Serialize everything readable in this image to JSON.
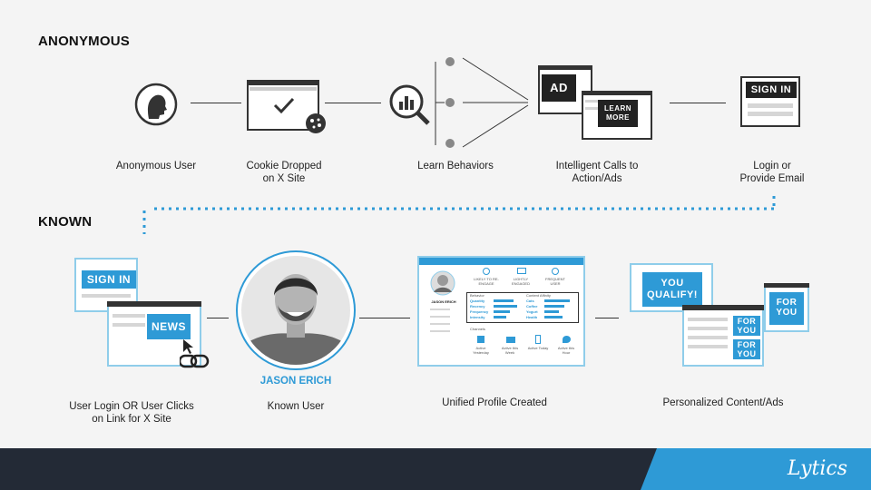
{
  "sections": {
    "anonymous": "ANONYMOUS",
    "known": "KNOWN"
  },
  "steps": {
    "anonymous_user": "Anonymous User",
    "cookie_dropped": "Cookie Dropped\non X Site",
    "learn_behaviors": "Learn Behaviors",
    "intelligent_calls": "Intelligent Calls to\nAction/Ads",
    "login_or_email": "Login or\nProvide Email",
    "user_login": "User Login OR User Clicks\non Link for X Site",
    "known_user": "Known User",
    "unified_profile": "Unified Profile Created",
    "personalized": "Personalized Content/Ads"
  },
  "tags": {
    "ad": "AD",
    "learn_more": "LEARN\nMORE",
    "sign_in_dark": "SIGN IN",
    "sign_in_blue": "SIGN IN",
    "news": "NEWS",
    "you_qualify": "YOU\nQUALIFY!",
    "for_you_1": "FOR\nYOU",
    "for_you_2": "FOR\nYOU",
    "for_you_3": "FOR\nYOU"
  },
  "person": {
    "name": "JASON ERICH"
  },
  "profile_card": {
    "name": "JASON ERICH",
    "top_stats": [
      "LIKELY TO RE-ENGAGE",
      "LIGHTLY ENGAGED",
      "FREQUENT USER"
    ],
    "behavior_header": "Behavior",
    "behavior_rows": [
      "Quantity",
      "Recency",
      "Frequency",
      "Intensity"
    ],
    "affinity_header": "Content Affinity",
    "affinity_rows": [
      "Cats",
      "Coffee",
      "Yogurt",
      "Health"
    ],
    "channels_header": "Channels",
    "channels": [
      "Active Yesterday",
      "Active this Week",
      "Active Today",
      "Active this Hour"
    ]
  },
  "brand": "Lytics",
  "colors": {
    "accent": "#2e9ad6",
    "dark": "#232a36",
    "ink": "#222222"
  }
}
